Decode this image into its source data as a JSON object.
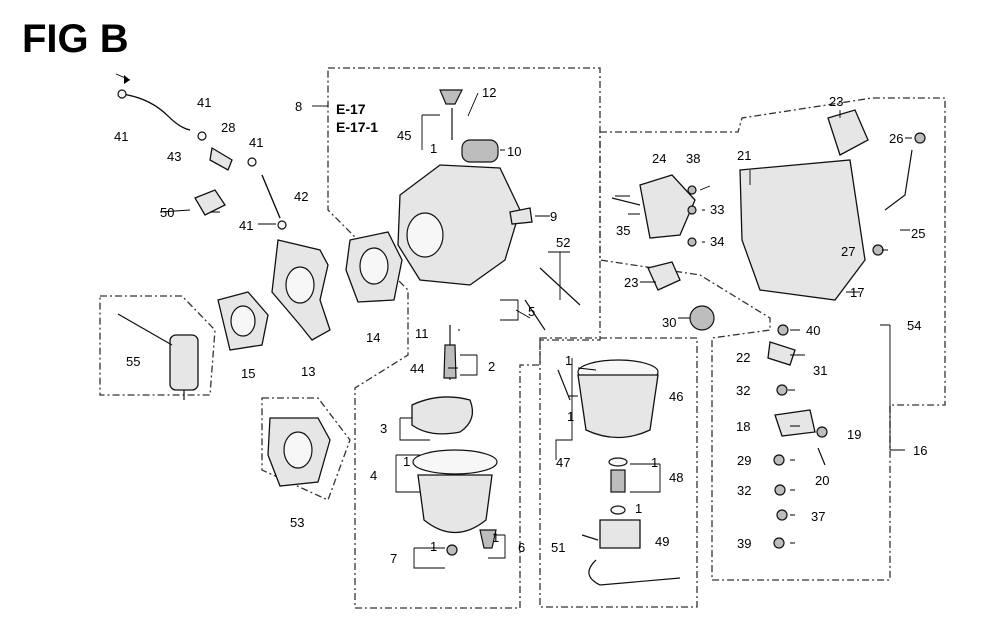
{
  "figure": {
    "title": "FIG B",
    "ref_codes": [
      "E-17",
      "E-17-1"
    ]
  },
  "labels": [
    "41",
    "43",
    "41",
    "28",
    "41",
    "42",
    "41",
    "50",
    "13",
    "15",
    "55",
    "53",
    "8",
    "45",
    "1",
    "12",
    "10",
    "9",
    "52",
    "5",
    "14",
    "11",
    "44",
    "2",
    "3",
    "1",
    "4",
    "1",
    "7",
    "1",
    "6",
    "1",
    "46",
    "1",
    "47",
    "48",
    "1",
    "1",
    "51",
    "49",
    "24",
    "38",
    "33",
    "34",
    "35",
    "23",
    "30",
    "21",
    "17",
    "23",
    "26",
    "25",
    "27",
    "40",
    "22",
    "31",
    "32",
    "18",
    "19",
    "29",
    "20",
    "32",
    "37",
    "39",
    "54",
    "16"
  ]
}
